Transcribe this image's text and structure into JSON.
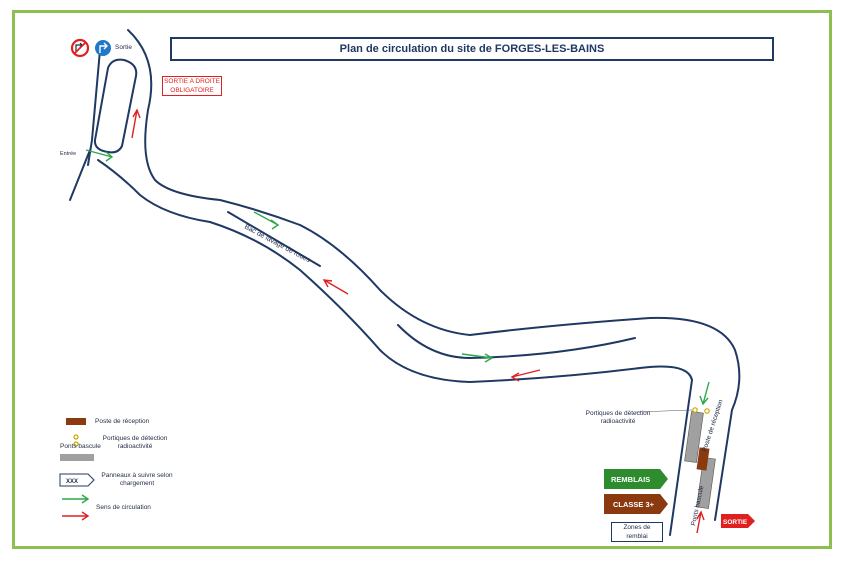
{
  "title": "Plan de circulation du site de FORGES-LES-BAINS",
  "signs": {
    "sortie_label": "Sortie",
    "mandatory_exit": "SORTIE A DROITE OBLIGATOIRE",
    "entree_label": "Entrée"
  },
  "road_labels": {
    "bac_lavage": "Bac de lavage de roues",
    "portiques": "Portiques de détection radioactivité",
    "poste_reception": "Poste de réception",
    "ponts_bascule": "Ponts bascule",
    "zones_remblai": "Zones de remblai"
  },
  "directional_signs": {
    "remblais": "REMBLAIS",
    "classe3": "CLASSE 3+",
    "sortie": "SORTIE"
  },
  "legend": {
    "items": [
      {
        "label": "Poste de réception"
      },
      {
        "label": "Portiques de détection radioactivité"
      },
      {
        "label": "Ponts bascule"
      },
      {
        "label": "Panneaux à suivre selon chargement",
        "sample_text": "XXX"
      },
      {
        "label": ""
      },
      {
        "label": "Sens de circulation"
      }
    ]
  },
  "colors": {
    "road": "#1f3864",
    "green_arrow": "#2ca84a",
    "red_arrow": "#e02020",
    "remblais_sign": "#2e8b2e",
    "classe3_sign": "#8b3a10",
    "sortie_sign": "#e02020",
    "poste": "#8b3a10",
    "pont": "#a0a0a0",
    "portique": "#c8a800",
    "frame": "#8cbf4f"
  }
}
